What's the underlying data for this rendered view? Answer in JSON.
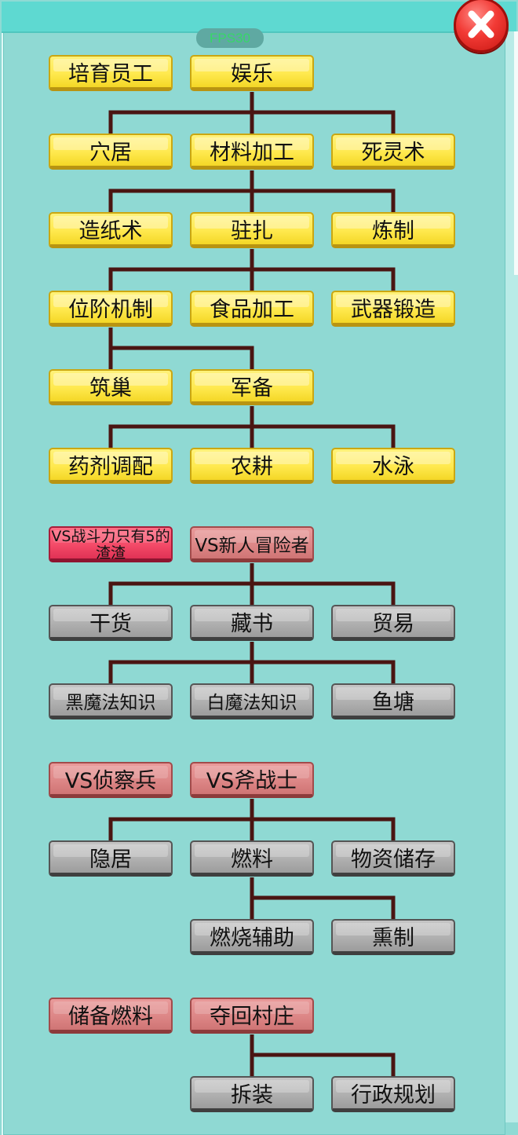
{
  "fps_label": "FPS30",
  "icons": {
    "close": "close-x-icon"
  },
  "colors": {
    "background": "#8fd9d3",
    "link": "#4a1512",
    "unlocked": "#ffe94f",
    "locked": "#aeaeae",
    "battle": "#dc8585",
    "battle_active": "#f24866"
  },
  "tree": {
    "n1": "培育员工",
    "n2": "娱乐",
    "n3": "穴居",
    "n4": "材料加工",
    "n5": "死灵术",
    "n6": "造纸术",
    "n7": "驻扎",
    "n8": "炼制",
    "n9": "位阶机制",
    "n10": "食品加工",
    "n11": "武器锻造",
    "n12": "筑巢",
    "n13": "军备",
    "n14": "药剂调配",
    "n15": "农耕",
    "n16": "水泳",
    "n17": "VS战斗力只有5的渣渣",
    "n18": "VS新人冒险者",
    "n19": "干货",
    "n20": "藏书",
    "n21": "贸易",
    "n22": "黑魔法知识",
    "n23": "白魔法知识",
    "n24": "鱼塘",
    "n25": "VS侦察兵",
    "n26": "VS斧战士",
    "n27": "隐居",
    "n28": "燃料",
    "n29": "物资储存",
    "n30": "燃烧辅助",
    "n31": "熏制",
    "n32": "储备燃料",
    "n33": "夺回村庄",
    "n34": "拆装",
    "n35": "行政规划"
  }
}
